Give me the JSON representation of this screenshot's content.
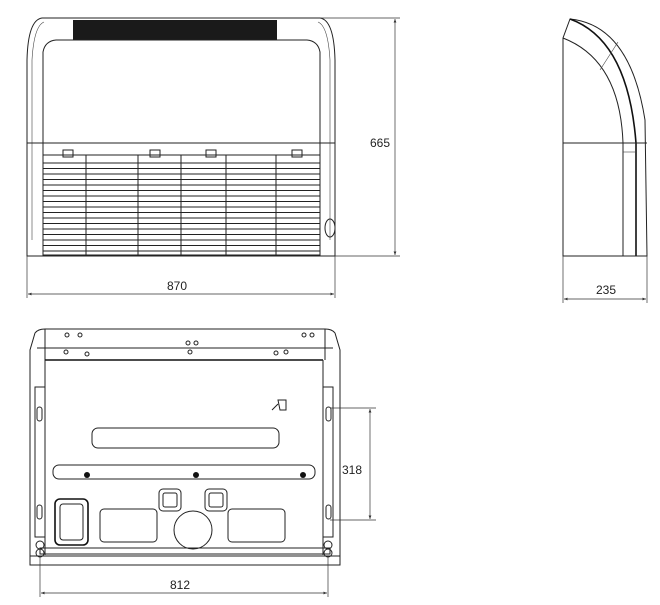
{
  "views": {
    "front": {
      "width_label": "870",
      "height_label": "665"
    },
    "side": {
      "depth_label": "235"
    },
    "rear": {
      "width_label": "812",
      "bracket_spacing_label": "318"
    }
  },
  "colors": {
    "line": "#222222",
    "fill_dark": "#1a1a1a",
    "background": "#ffffff"
  }
}
